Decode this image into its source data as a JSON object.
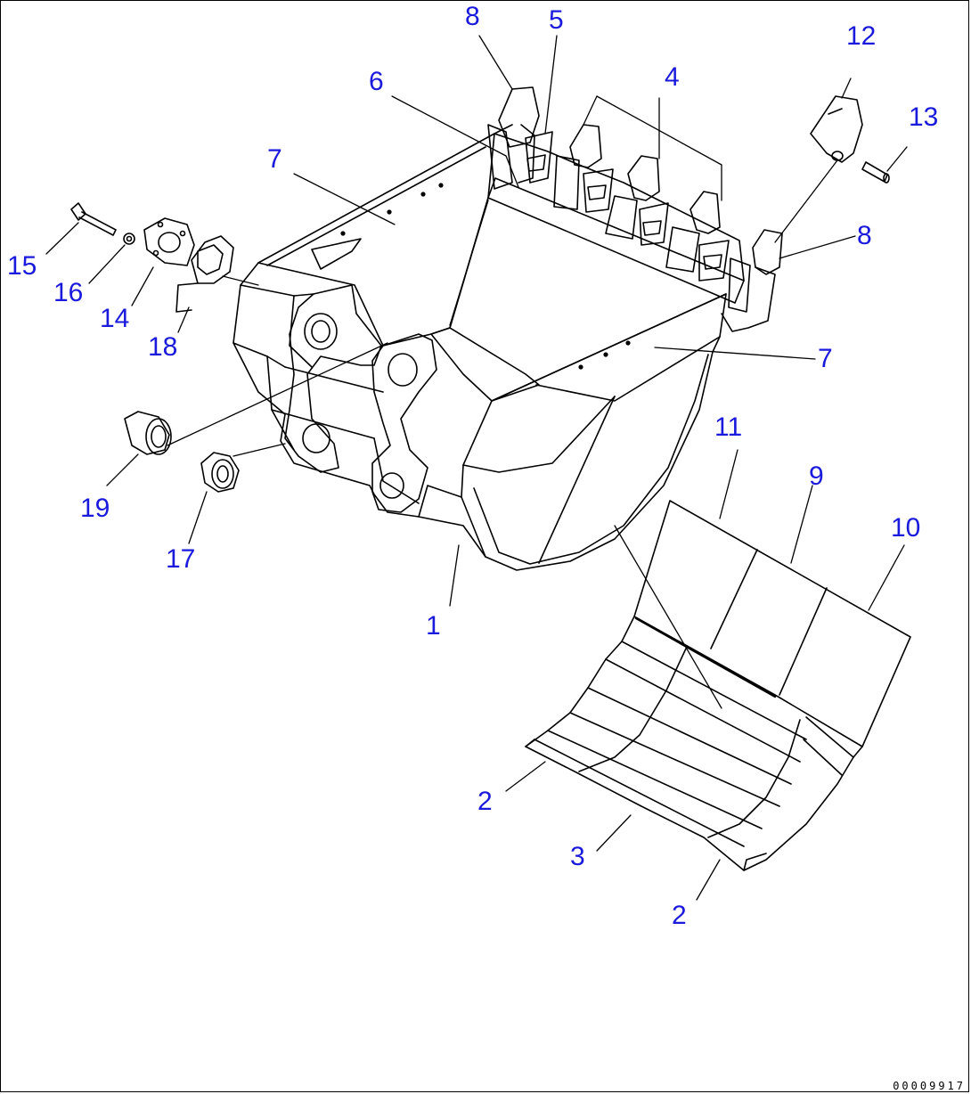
{
  "drawing_number": "00009917",
  "callouts": [
    {
      "id": "c1",
      "text": "1"
    },
    {
      "id": "c2a",
      "text": "2"
    },
    {
      "id": "c2b",
      "text": "2"
    },
    {
      "id": "c3",
      "text": "3"
    },
    {
      "id": "c4",
      "text": "4"
    },
    {
      "id": "c5",
      "text": "5"
    },
    {
      "id": "c6",
      "text": "6"
    },
    {
      "id": "c7a",
      "text": "7"
    },
    {
      "id": "c7b",
      "text": "7"
    },
    {
      "id": "c8a",
      "text": "8"
    },
    {
      "id": "c8b",
      "text": "8"
    },
    {
      "id": "c9",
      "text": "9"
    },
    {
      "id": "c10",
      "text": "10"
    },
    {
      "id": "c11",
      "text": "11"
    },
    {
      "id": "c12",
      "text": "12"
    },
    {
      "id": "c13",
      "text": "13"
    },
    {
      "id": "c14",
      "text": "14"
    },
    {
      "id": "c15",
      "text": "15"
    },
    {
      "id": "c16",
      "text": "16"
    },
    {
      "id": "c17",
      "text": "17"
    },
    {
      "id": "c18",
      "text": "18"
    },
    {
      "id": "c19",
      "text": "19"
    }
  ],
  "colors": {
    "callout": "#1a1adc",
    "line": "#000000",
    "background": "#ffffff"
  }
}
